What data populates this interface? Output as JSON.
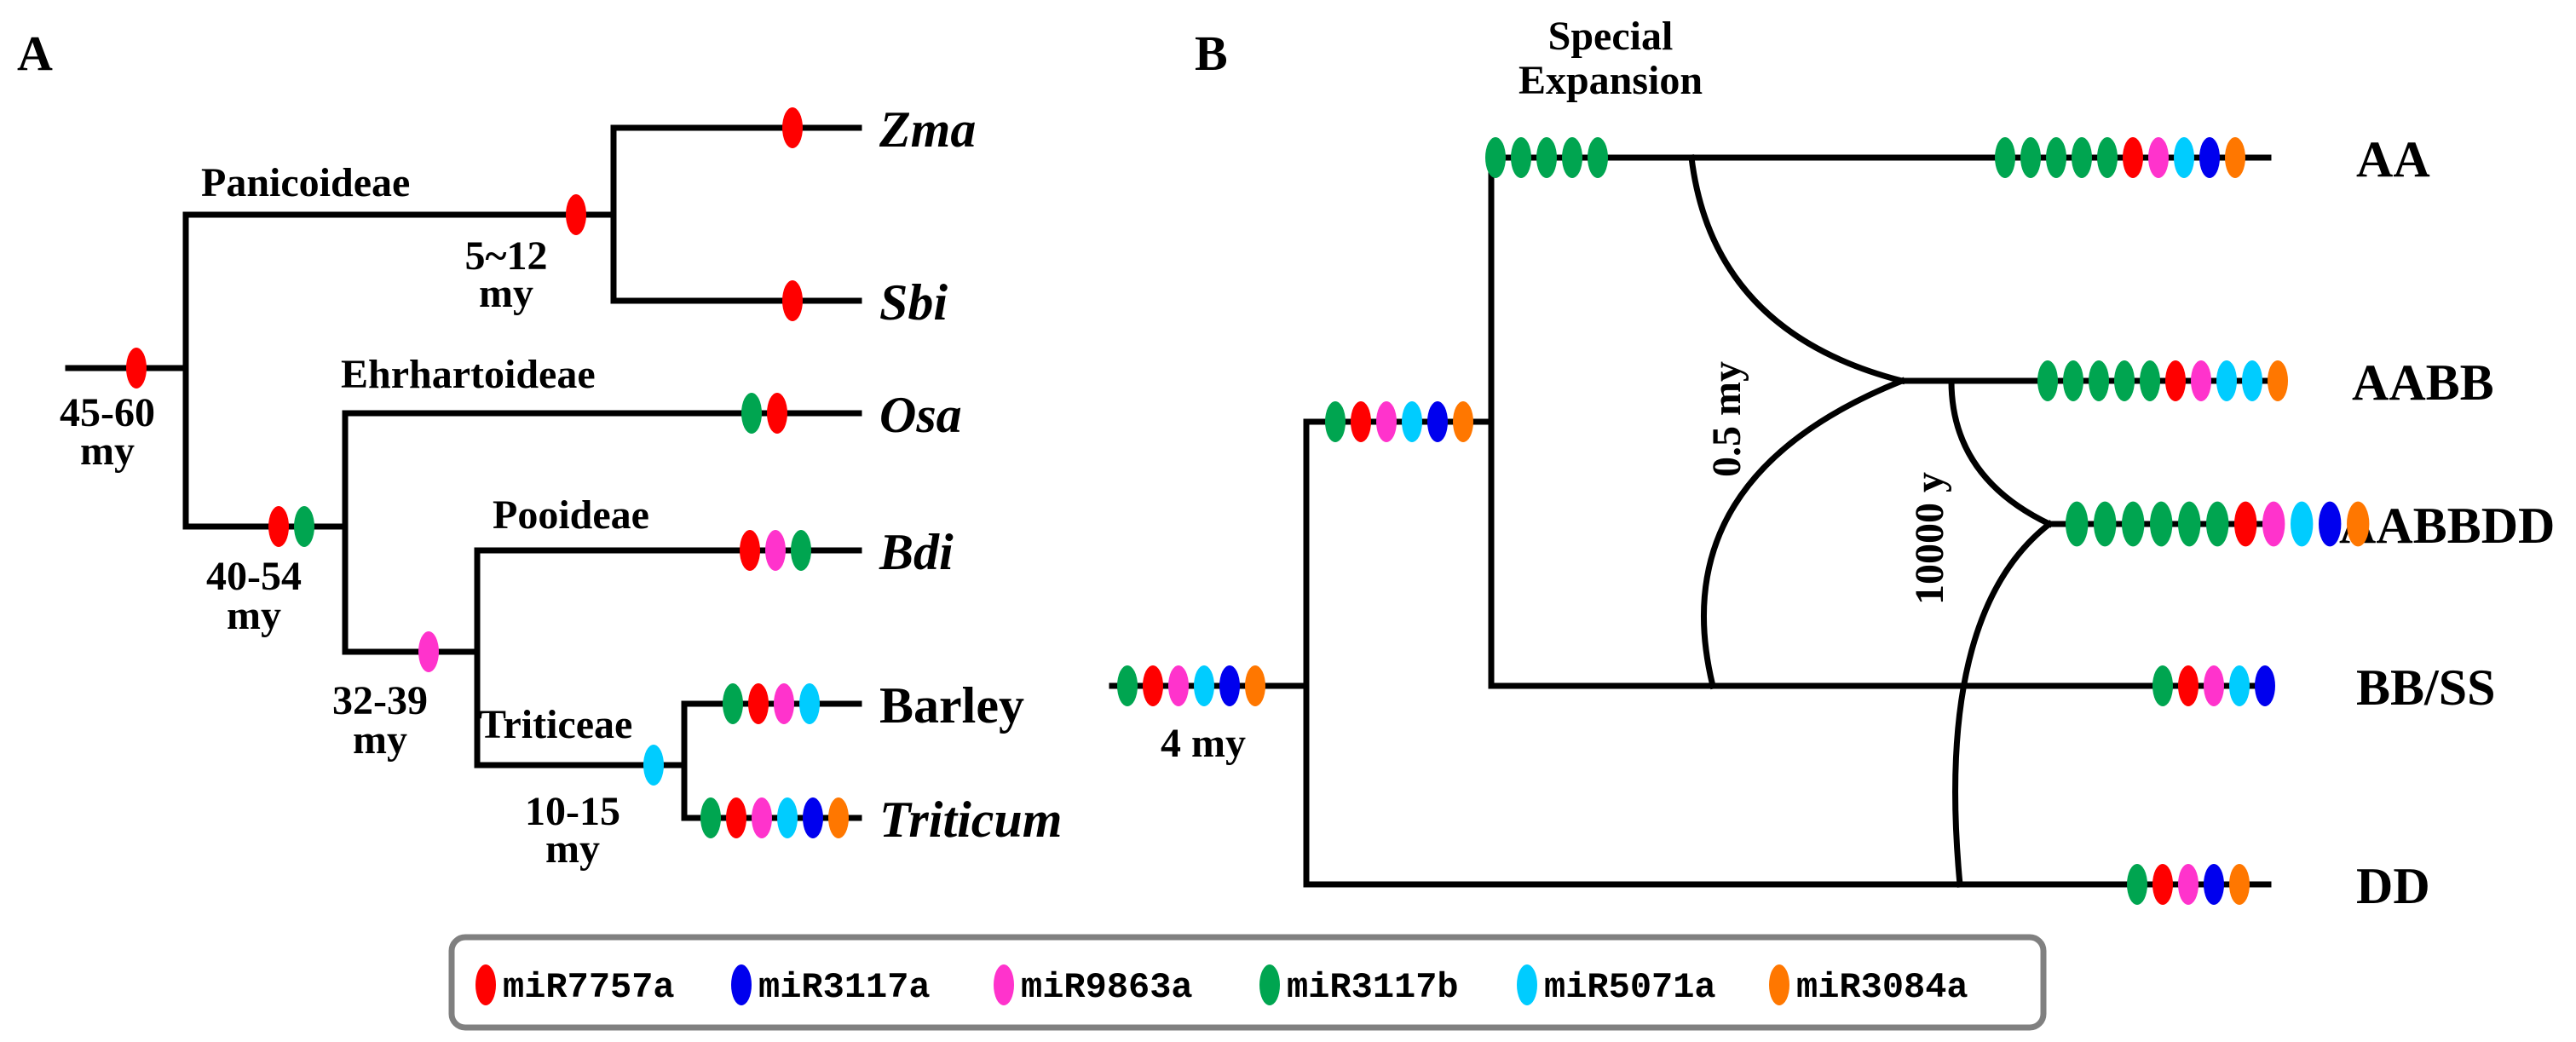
{
  "colors": {
    "miR7757a": "#ff0000",
    "miR3117a": "#0000ee",
    "miR9863a": "#ff33cc",
    "miR3117b": "#00a550",
    "miR5071a": "#00ccff",
    "miR3084a": "#ff7700"
  },
  "panel_a": {
    "letter": "A",
    "taxa": [
      "Zma",
      "Sbi",
      "Osa",
      "Bdi",
      "Barley",
      "Triticum"
    ],
    "clades": [
      "Panicoideae",
      "Ehrhartoideae",
      "Pooideae",
      "Triticeae"
    ],
    "ages": [
      {
        "l1": "45-60",
        "l2": "my"
      },
      {
        "l1": "5~12",
        "l2": "my"
      },
      {
        "l1": "40-54",
        "l2": "my"
      },
      {
        "l1": "32-39",
        "l2": "my"
      },
      {
        "l1": "10-15",
        "l2": "my"
      }
    ]
  },
  "panel_b": {
    "letter": "B",
    "taxa": [
      "AA",
      "AABB",
      "AABBDD",
      "BB/SS",
      "DD"
    ],
    "special_l1": "Special",
    "special_l2": "Expansion",
    "age_root": "4 my",
    "age_tetra": "0.5 my",
    "age_hexa": "10000 y"
  },
  "legend": [
    {
      "name": "miR7757a",
      "color": "#ff0000"
    },
    {
      "name": "miR3117a",
      "color": "#0000ee"
    },
    {
      "name": "miR9863a",
      "color": "#ff33cc"
    },
    {
      "name": "miR3117b",
      "color": "#00a550"
    },
    {
      "name": "miR5071a",
      "color": "#00ccff"
    },
    {
      "name": "miR3084a",
      "color": "#ff7700"
    }
  ],
  "markers": {
    "a_root": [
      "miR7757a"
    ],
    "a_panicoid": [
      "miR7757a"
    ],
    "a_zma": [
      "miR7757a"
    ],
    "a_sbi": [
      "miR7757a"
    ],
    "a_bop": [
      "miR7757a",
      "miR3117b"
    ],
    "a_osa": [
      "miR3117b",
      "miR7757a"
    ],
    "a_pooid": [
      "miR9863a"
    ],
    "a_bdi": [
      "miR7757a",
      "miR9863a",
      "miR3117b"
    ],
    "a_triticeae": [
      "miR5071a"
    ],
    "a_barley": [
      "miR3117b",
      "miR7757a",
      "miR9863a",
      "miR5071a"
    ],
    "a_triticum": [
      "miR3117b",
      "miR7757a",
      "miR9863a",
      "miR5071a",
      "miR3117a",
      "miR3084a"
    ],
    "b_root": [
      "miR3117b",
      "miR7757a",
      "miR9863a",
      "miR5071a",
      "miR3117a",
      "miR3084a"
    ],
    "b_inner": [
      "miR3117b",
      "miR7757a",
      "miR9863a",
      "miR5071a",
      "miR3117a",
      "miR3084a"
    ],
    "b_special": [
      "miR3117b",
      "miR3117b",
      "miR3117b",
      "miR3117b",
      "miR3117b"
    ],
    "b_aa": [
      "miR3117b",
      "miR3117b",
      "miR3117b",
      "miR3117b",
      "miR3117b",
      "miR7757a",
      "miR9863a",
      "miR5071a",
      "miR3117a",
      "miR3084a"
    ],
    "b_aabb": [
      "miR3117b",
      "miR3117b",
      "miR3117b",
      "miR3117b",
      "miR3117b",
      "miR7757a",
      "miR9863a",
      "miR5071a",
      "miR5071a",
      "miR3084a"
    ],
    "b_aabbdd": [
      "miR3117b",
      "miR3117b",
      "miR3117b",
      "miR3117b",
      "miR3117b",
      "miR3117b",
      "miR7757a",
      "miR9863a",
      "miR5071a",
      "miR3117a",
      "miR3084a"
    ],
    "b_bbss": [
      "miR3117b",
      "miR7757a",
      "miR9863a",
      "miR5071a",
      "miR3117a"
    ],
    "b_dd": [
      "miR3117b",
      "miR7757a",
      "miR9863a",
      "miR3117a",
      "miR3084a"
    ]
  }
}
